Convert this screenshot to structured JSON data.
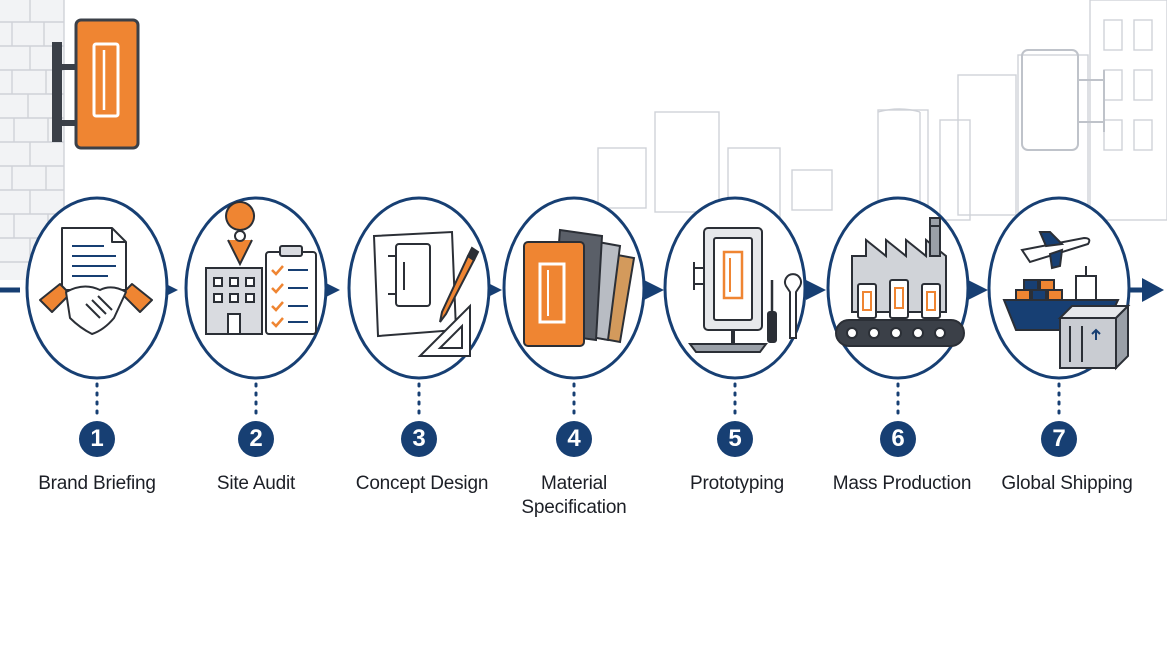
{
  "colors": {
    "navy": "#173f73",
    "orange": "#ef8532",
    "ink": "#2b2f36",
    "sketch": "#c9ccd2"
  },
  "steps": [
    {
      "number": "1",
      "label": "Brand Briefing",
      "icon": "handshake-document-icon"
    },
    {
      "number": "2",
      "label": "Site Audit",
      "icon": "building-checklist-icon"
    },
    {
      "number": "3",
      "label": "Concept Design",
      "icon": "sketch-pencil-ruler-icon"
    },
    {
      "number": "4",
      "label": "Material\nSpecification",
      "icon": "material-panels-icon"
    },
    {
      "number": "5",
      "label": "Prototyping",
      "icon": "sign-prototype-tools-icon"
    },
    {
      "number": "6",
      "label": "Mass Production",
      "icon": "factory-conveyor-icon"
    },
    {
      "number": "7",
      "label": "Global Shipping",
      "icon": "ship-plane-crate-icon"
    }
  ]
}
